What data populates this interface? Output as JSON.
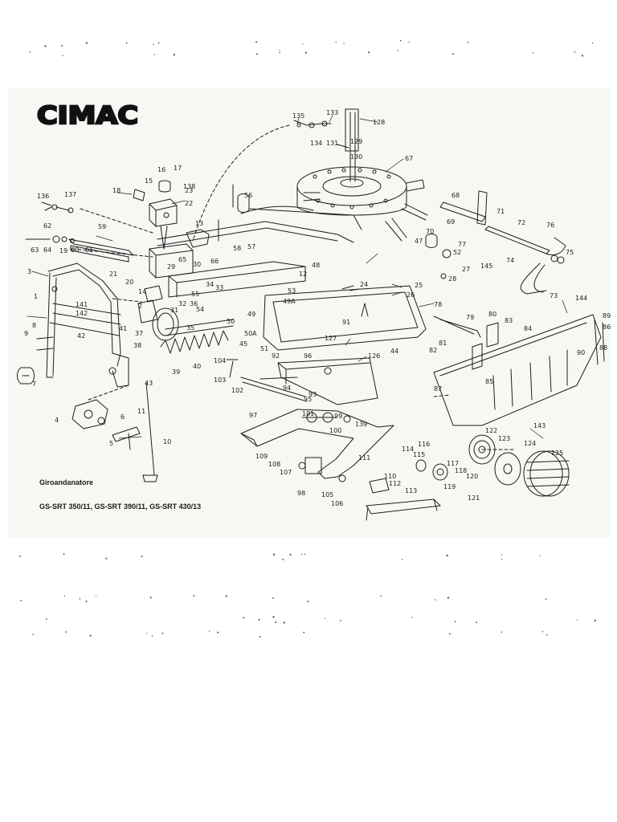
{
  "brand": {
    "name": "CIMAC"
  },
  "caption": {
    "title": "Giroandanatore",
    "models": "GS-SRT 350/11, GS-SRT 390/11, GS-SRT 430/13"
  },
  "part_numbers": [
    "1",
    "2",
    "3",
    "4",
    "5",
    "6",
    "7",
    "8",
    "9",
    "10",
    "11",
    "12",
    "13",
    "14",
    "15",
    "16",
    "17",
    "18",
    "19",
    "20",
    "21",
    "22",
    "23",
    "24",
    "25",
    "26",
    "27",
    "28",
    "29",
    "30",
    "31",
    "32",
    "33",
    "34",
    "35",
    "36",
    "37",
    "38",
    "39",
    "40",
    "41",
    "42",
    "43",
    "44",
    "45",
    "47",
    "48",
    "49",
    "49A",
    "50",
    "50A",
    "51",
    "52",
    "53",
    "54",
    "55",
    "56",
    "57",
    "58",
    "59",
    "60",
    "61",
    "62",
    "63",
    "64",
    "65",
    "66",
    "67",
    "68",
    "69",
    "70",
    "71",
    "72",
    "73",
    "74",
    "75",
    "76",
    "77",
    "78",
    "79",
    "80",
    "81",
    "82",
    "83",
    "84",
    "85",
    "86",
    "87",
    "88",
    "89",
    "90",
    "91",
    "92",
    "93",
    "94",
    "95",
    "96",
    "97",
    "98",
    "99",
    "100",
    "101",
    "102",
    "103",
    "104",
    "105",
    "106",
    "107",
    "108",
    "109",
    "110",
    "111",
    "112",
    "113",
    "114",
    "115",
    "116",
    "117",
    "118",
    "119",
    "120",
    "121",
    "122",
    "123",
    "124",
    "125",
    "126",
    "127",
    "128",
    "129",
    "130",
    "131",
    "133",
    "134",
    "135",
    "136",
    "137",
    "138",
    "139",
    "141",
    "142",
    "143",
    "144",
    "145"
  ],
  "colors": {
    "ink": "#1e1e1e",
    "sheet": "#f7f7f4",
    "page": "#ffffff"
  }
}
